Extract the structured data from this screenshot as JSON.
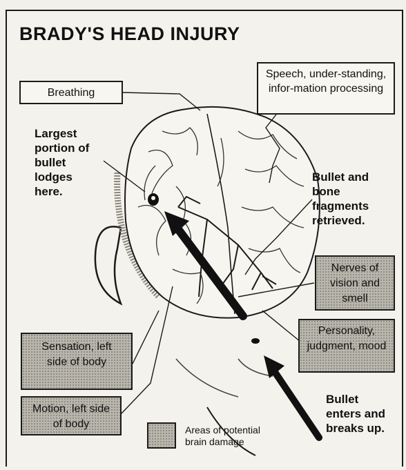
{
  "title": "BRADY'S HEAD INJURY",
  "labels": {
    "breathing": "Breathing",
    "speech": "Speech, under-standing, infor-mation processing",
    "nerves": "Nerves of vision and smell",
    "personality": "Personality, judgment, mood",
    "sensation": "Sensation, left side of body",
    "motion": "Motion, left side of body"
  },
  "notes": {
    "largest_portion": "Largest portion of bullet lodges here.",
    "bullet_bone": "Bullet and bone fragments retrieved.",
    "bullet_enters": "Bullet enters and breaks up."
  },
  "legend": {
    "label": "Areas of potential brain damage"
  },
  "colors": {
    "ink": "#1a1a1a",
    "paper": "#f4f2ec",
    "shading": "#b9b6ad"
  }
}
